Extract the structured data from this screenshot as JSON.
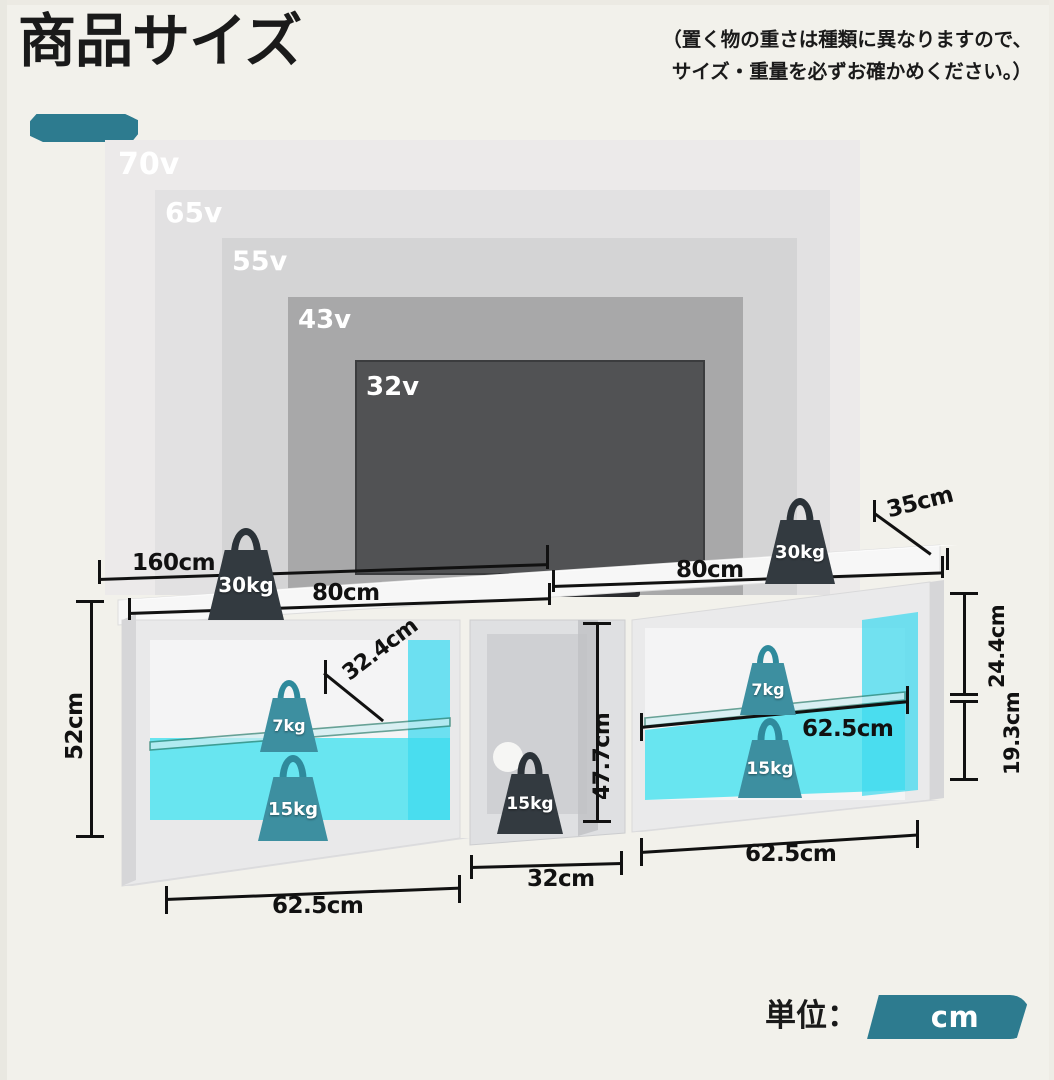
{
  "header": {
    "title": "商品サイズ",
    "note_line1": "（置く物の重さは種類に異なりますので、",
    "note_line2": "サイズ・重量を必ずお確かめください。）"
  },
  "tv_sizes": [
    {
      "label": "70v"
    },
    {
      "label": "65v"
    },
    {
      "label": "55v"
    },
    {
      "label": "43v"
    },
    {
      "label": "32v"
    }
  ],
  "dimensions": {
    "total_width": "160cm",
    "top_left_80": "80cm",
    "top_right_80": "80cm",
    "depth": "35cm",
    "total_height": "52cm",
    "shelf_depth": "32.4cm",
    "upper_gap": "24.4cm",
    "lower_gap": "19.3cm",
    "center_height": "47.7cm",
    "center_width": "32cm",
    "left_bottom_width": "62.5cm",
    "right_bottom_width": "62.5cm",
    "right_shelf_width": "62.5cm"
  },
  "weights": {
    "top_left": "30kg",
    "top_right": "30kg",
    "left_upper": "7kg",
    "left_lower": "15kg",
    "center": "15kg",
    "right_upper": "7kg",
    "right_lower": "15kg"
  },
  "footer": {
    "unit_label": "単位：",
    "unit_value": "cm"
  },
  "colors": {
    "accent": "#2d7b8f",
    "background": "#f2f1eb",
    "dimension_line": "#111111",
    "led_cyan": "#3fe8f5",
    "weight_dark": "#333a40",
    "weight_teal": "#2f8a9c"
  }
}
